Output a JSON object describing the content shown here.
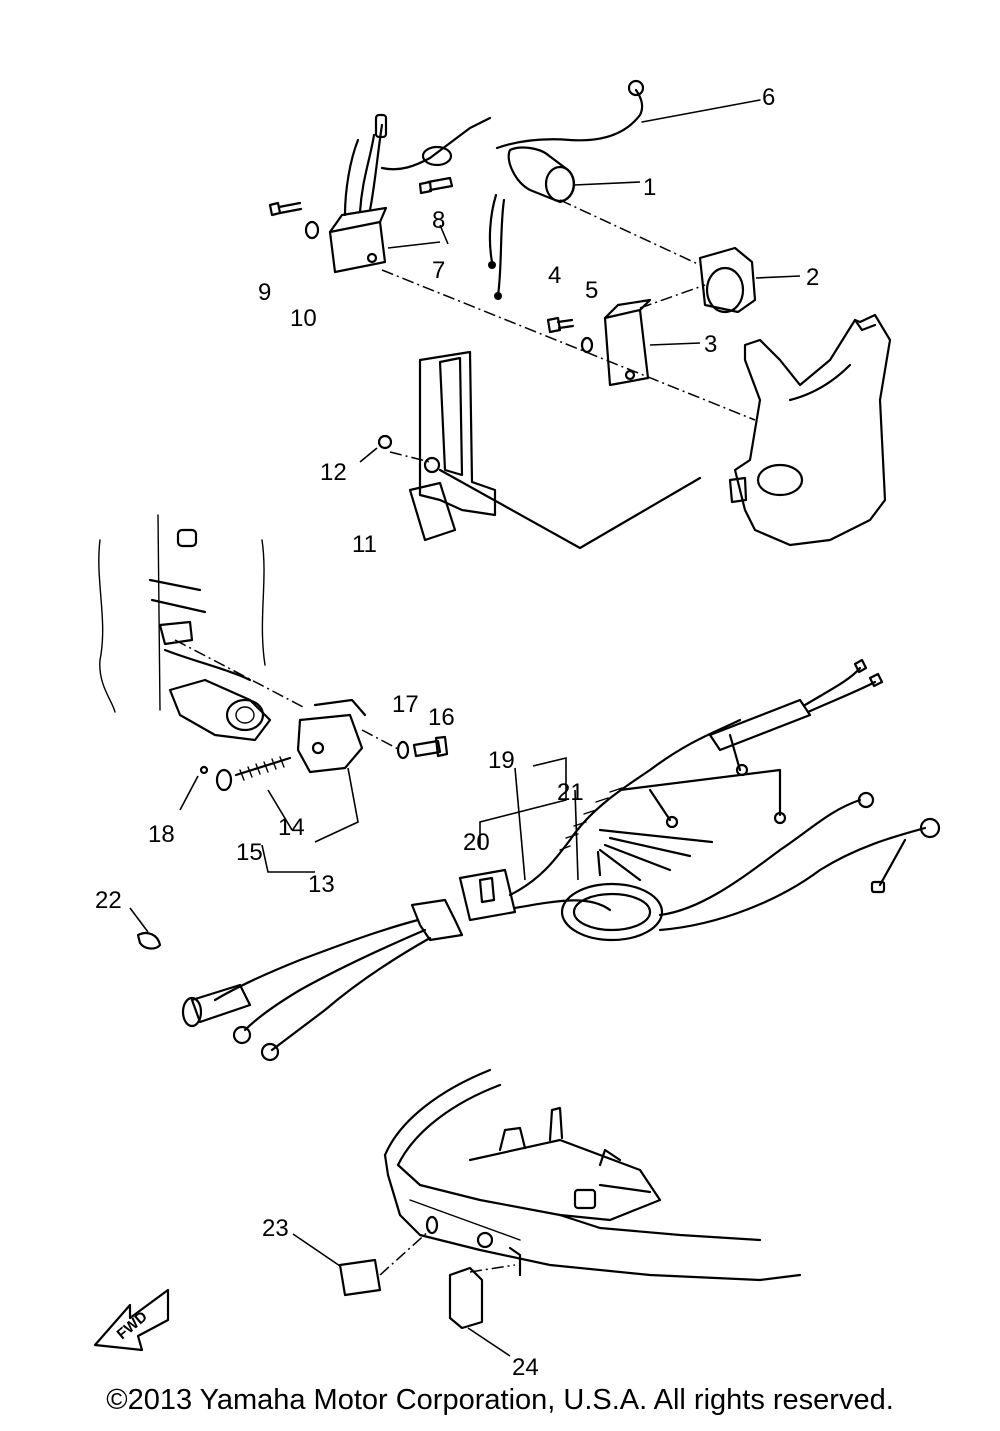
{
  "diagram": {
    "callouts": [
      "1",
      "2",
      "3",
      "4",
      "5",
      "6",
      "7",
      "8",
      "9",
      "10",
      "11",
      "12",
      "13",
      "14",
      "15",
      "16",
      "17",
      "18",
      "19",
      "20",
      "21",
      "22",
      "23",
      "24"
    ],
    "fwd_label": "FWD",
    "copyright": "©2013 Yamaha Motor Corporation, U.S.A. All rights reserved."
  }
}
